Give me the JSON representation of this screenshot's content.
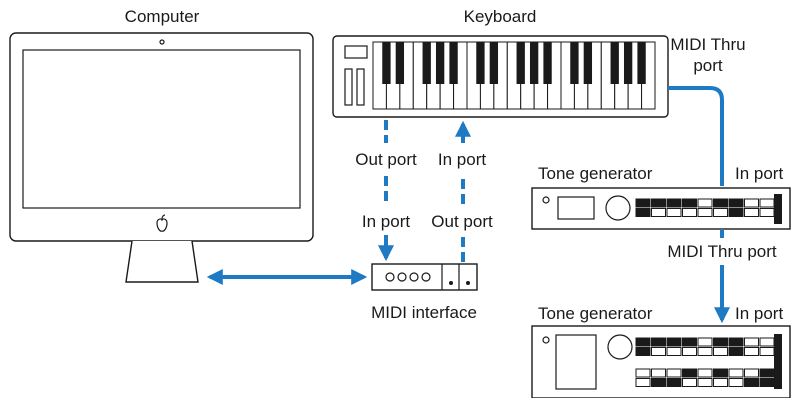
{
  "labels": {
    "computer": "Computer",
    "keyboard": "Keyboard",
    "midi_thru_port_top_line1": "MIDI Thru",
    "midi_thru_port_top_line2": "port",
    "out_port_keyboard": "Out port",
    "in_port_keyboard": "In port",
    "in_port_interface": "In port",
    "out_port_interface": "Out port",
    "tone_generator_1": "Tone generator",
    "in_port_tg1": "In port",
    "midi_thru_port_middle": "MIDI Thru port",
    "tone_generator_2": "Tone generator",
    "in_port_tg2": "In port",
    "midi_interface": "MIDI interface"
  },
  "colors": {
    "connection": "#1f7ac4",
    "outline": "#1a1a1a"
  },
  "icons": {
    "computer_logo": "apple-logo-icon"
  }
}
